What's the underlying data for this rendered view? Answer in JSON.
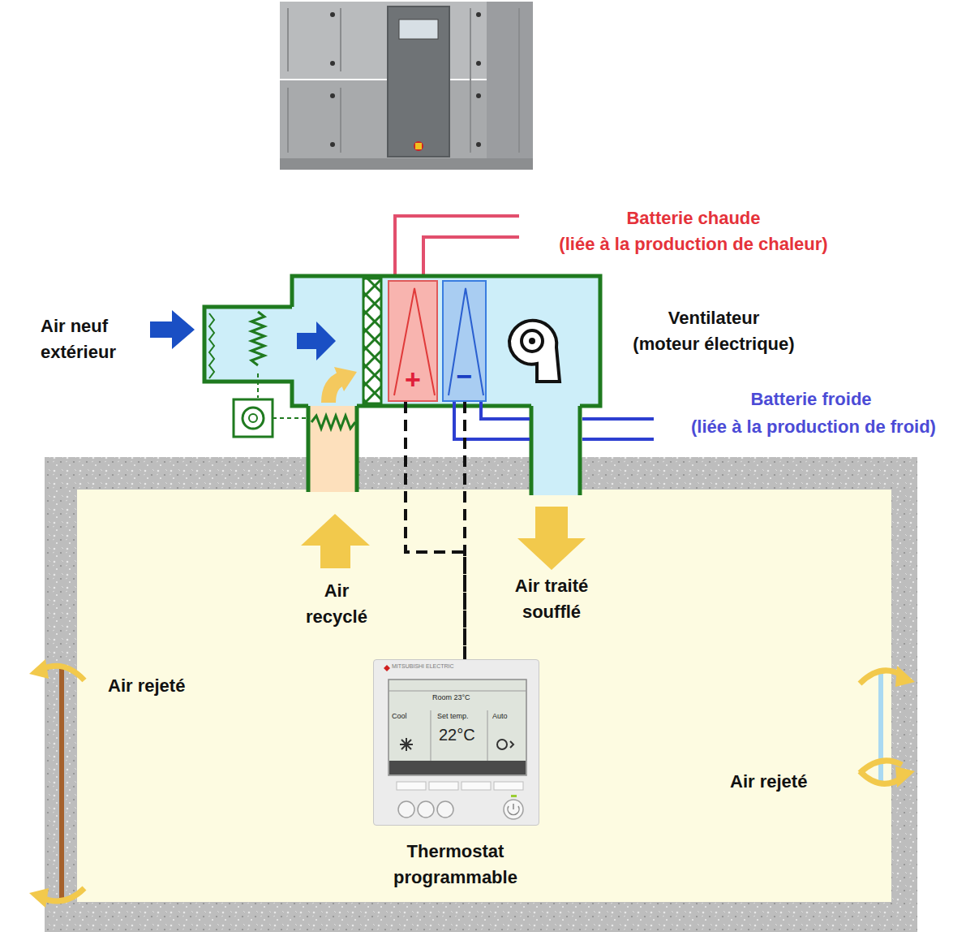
{
  "diagram": {
    "nodes": [
      {
        "text": [
          "+"
        ]
      },
      {
        "text": [
          "−"
        ]
      },
      {
        "text": [
          "MITSUBISHI ELECTRIC",
          "Room 23°C",
          "Cool",
          "Set temp.",
          "22°C",
          "Auto",
          "Thermostat programmable"
        ]
      }
    ],
    "edges": [
      {
        "from": 0,
        "to": 2,
        "arrow": "none"
      },
      {
        "from": 1,
        "to": 2,
        "arrow": "none"
      }
    ],
    "labels": [
      "Batterie chaude",
      "(liée à la production de chaleur)",
      "Ventilateur",
      "(moteur électrique)",
      "Batterie froide",
      "(liée à la production de froid)",
      "Air neuf extérieur",
      "Air recyclé",
      "Air traité soufflé",
      "Air rejeté",
      "Air rejeté"
    ]
  }
}
